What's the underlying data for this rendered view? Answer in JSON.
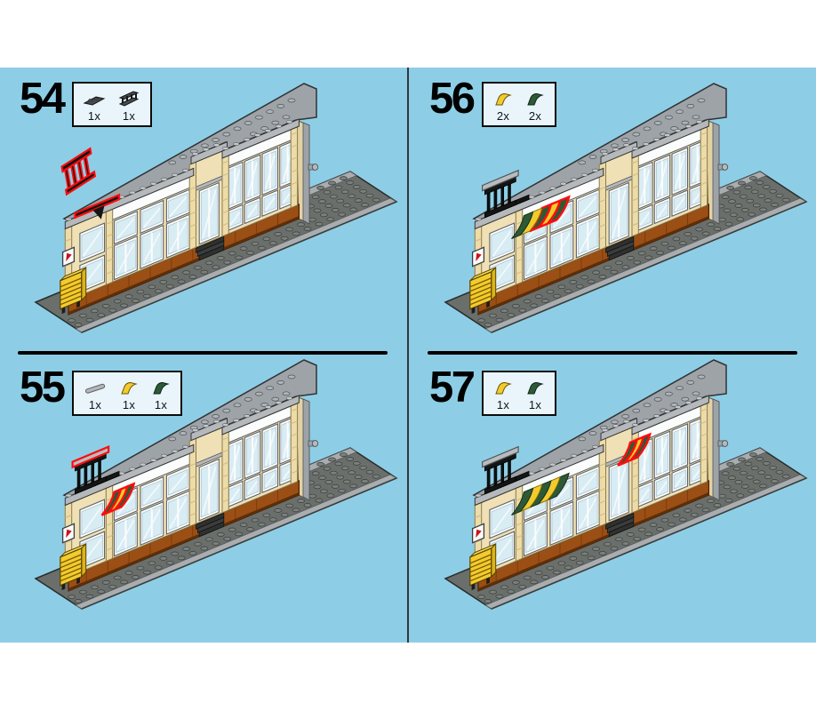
{
  "page": {
    "type_label": "building-instruction-sheet",
    "background": "#8DCEE6",
    "paper": "#FFFFFF",
    "rule": "#000000",
    "divider": "#33383A",
    "partsBoxBg": "#E9F4FB",
    "highlight": "#FF0D0D"
  },
  "colors": {
    "plate": "#6A6F6C",
    "plateStud": "#7B807D",
    "plateEdge": "#2A2D2B",
    "sidewalk": "#A9ADAF",
    "wall": "#9EA3A8",
    "wallStud": "#AFB4B9",
    "coping": "#B6B9BC",
    "copingStud": "#C6C9CC",
    "tan": "#EFE0B5",
    "tanShade": "#E3D2A2",
    "pilaster": "#EDDCA8",
    "brown": "#9B4F15",
    "brownDark": "#5E2E08",
    "yellow": "#F2CB2E",
    "yellowTop": "#F7DB52",
    "yellowSide": "#D9B41E",
    "darkGreen": "#2D5A36",
    "frame": "#FBFCFC",
    "glass": "#D8ECF4",
    "black": "#141616",
    "barGray": "#B9BCBE",
    "signRed": "#C8131B"
  },
  "panels": [
    {
      "step": "54",
      "variant": "54",
      "parts": [
        {
          "type": "plate-dark-gray",
          "count": "1x"
        },
        {
          "type": "railing-dark-gray",
          "count": "1x"
        }
      ]
    },
    {
      "step": "56",
      "variant": "56",
      "parts": [
        {
          "type": "curved-slope-yellow",
          "count": "2x"
        },
        {
          "type": "curved-slope-dark-green",
          "count": "2x"
        }
      ]
    },
    {
      "step": "55",
      "variant": "55",
      "parts": [
        {
          "type": "bar-light-gray",
          "count": "1x"
        },
        {
          "type": "curved-slope-yellow",
          "count": "1x"
        },
        {
          "type": "curved-slope-dark-green",
          "count": "1x"
        }
      ]
    },
    {
      "step": "57",
      "variant": "57",
      "parts": [
        {
          "type": "curved-slope-yellow",
          "count": "1x"
        },
        {
          "type": "curved-slope-dark-green",
          "count": "1x"
        }
      ]
    }
  ]
}
